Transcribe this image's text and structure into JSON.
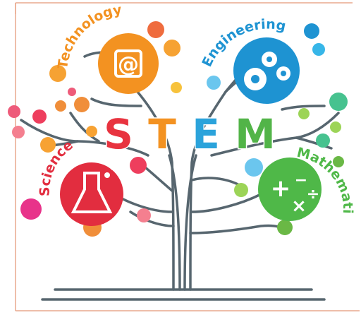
{
  "title_letters": [
    {
      "char": "S",
      "color": "#e8333f"
    },
    {
      "char": "T",
      "color": "#f39221"
    },
    {
      "char": "E",
      "color": "#2ba3db"
    },
    {
      "char": "M",
      "color": "#52b448"
    }
  ],
  "branches": [
    {
      "label": "Technology",
      "color": "#f39221",
      "icon": "at-sign-icon"
    },
    {
      "label": "Engineering",
      "color": "#1e93d2",
      "icon": "gears-icon"
    },
    {
      "label": "Science",
      "color": "#e22d3f",
      "icon": "flask-icon"
    },
    {
      "label": "Mathematics",
      "color": "#4fb848",
      "icon": "math-symbols-icon"
    }
  ],
  "colors": {
    "trunk": "#57666f",
    "frame": "#e9a98e"
  }
}
